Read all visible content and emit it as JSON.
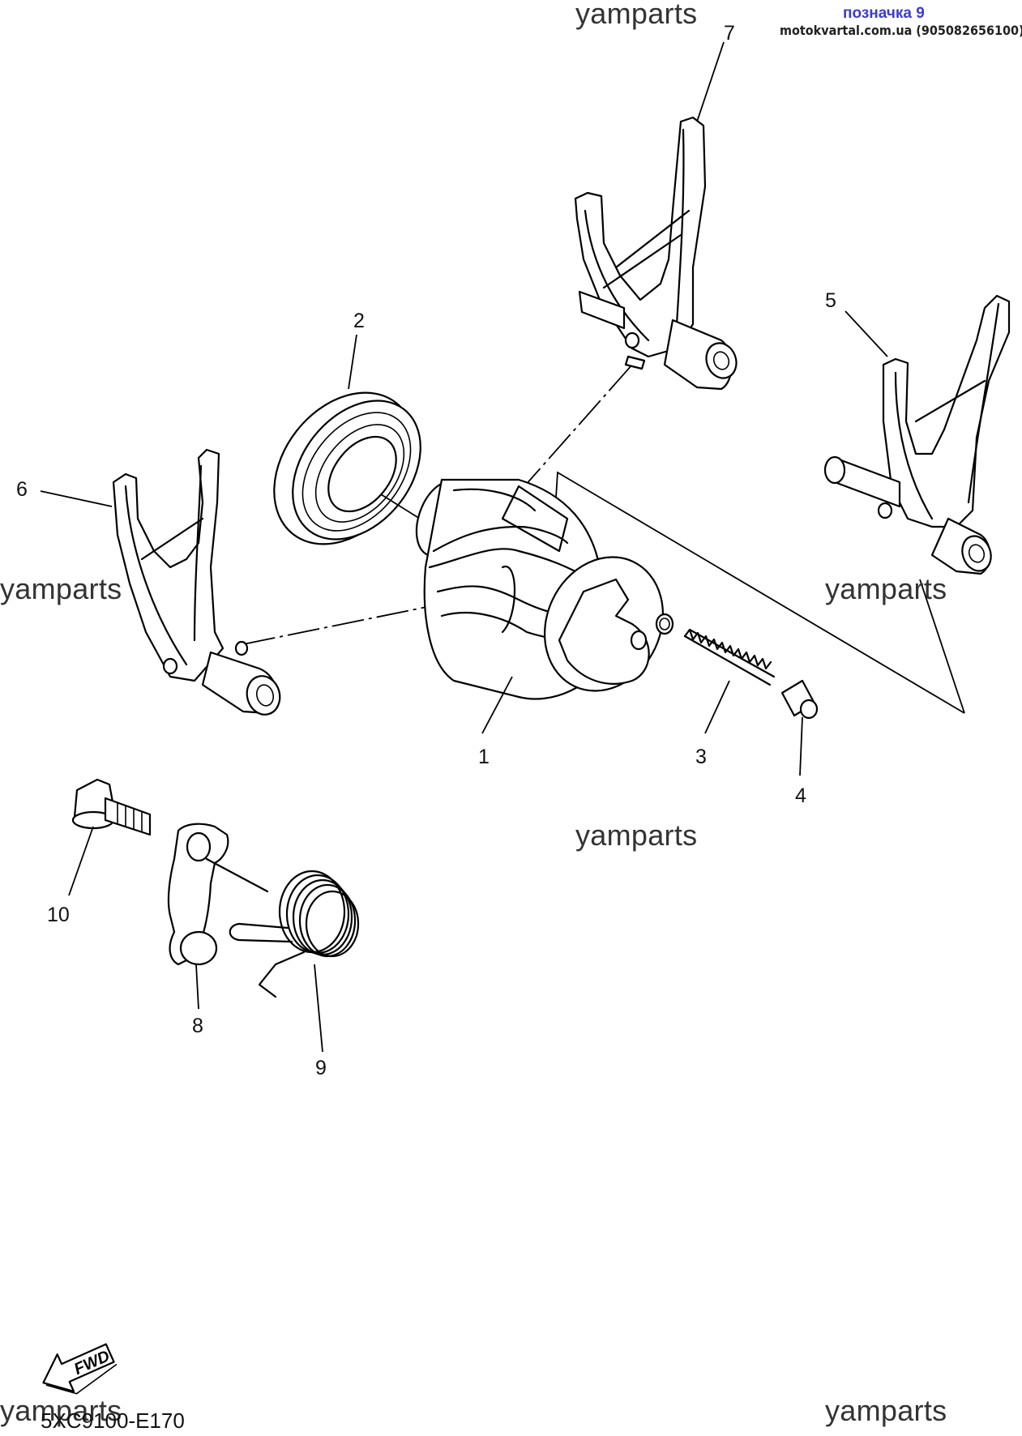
{
  "header": {
    "tag": "позначка 9",
    "shop": "motokvartal.com.ua (905082656100)"
  },
  "watermarks": [
    "yamparts",
    "yamparts",
    "yamparts",
    "yamparts",
    "yamparts",
    "yamparts"
  ],
  "diagram_code": "5XC9100-E170",
  "fwd_label": "FWD",
  "callouts": [
    "1",
    "2",
    "3",
    "4",
    "5",
    "6",
    "7",
    "8",
    "9",
    "10"
  ],
  "parts": {
    "shift_drum": "shift-drum",
    "bearing": "bearing",
    "spring": "compression-spring",
    "pin": "detent-pin",
    "fork_right": "shift-fork",
    "fork_left": "shift-fork",
    "fork_top": "shift-fork",
    "lever": "stopper-lever",
    "torsion_spring": "torsion-spring",
    "bolt": "flange-bolt"
  }
}
